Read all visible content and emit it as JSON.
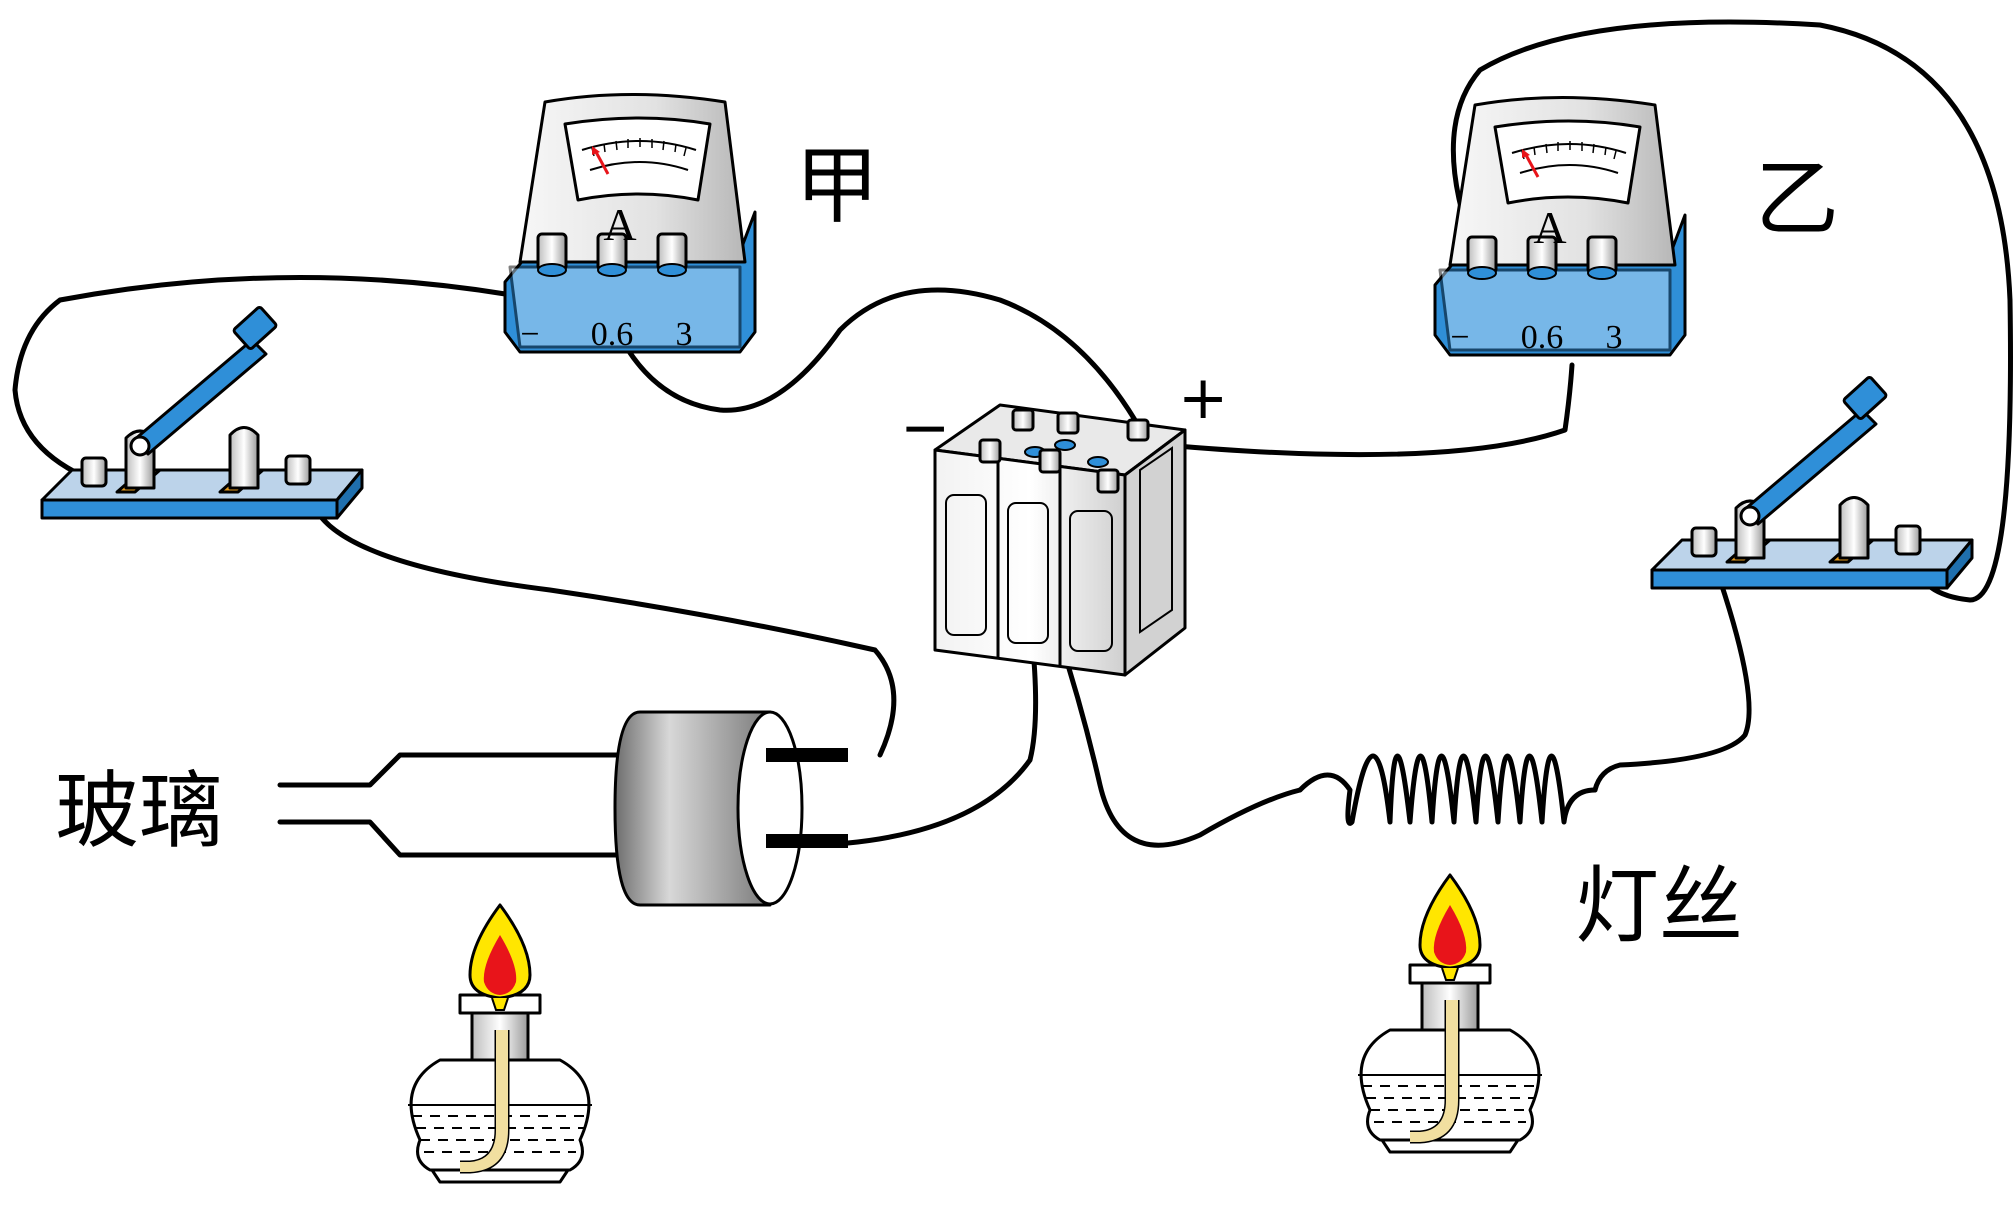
{
  "labels": {
    "ammeter_left": "甲",
    "ammeter_right": "乙",
    "glass": "玻璃",
    "filament": "灯丝",
    "battery_minus": "−",
    "battery_plus": "+"
  },
  "ammeter": {
    "unit": "A",
    "terminals": [
      "−",
      "0.6",
      "3"
    ]
  },
  "colors": {
    "accent_blue": "#2f8fd8",
    "flame_red": "#e8141a",
    "flame_yellow": "#ffe600",
    "base_plate": "#bcd3ea",
    "wick": "#f1dfa0",
    "knob": "#e49a1e",
    "meter_body": "#ededed",
    "cylinder": "#9c9c9c"
  },
  "icons": [
    "ammeter-icon",
    "knife-switch-icon",
    "battery-icon",
    "alcohol-lamp-icon",
    "coil-icon",
    "glass-tube-icon"
  ]
}
